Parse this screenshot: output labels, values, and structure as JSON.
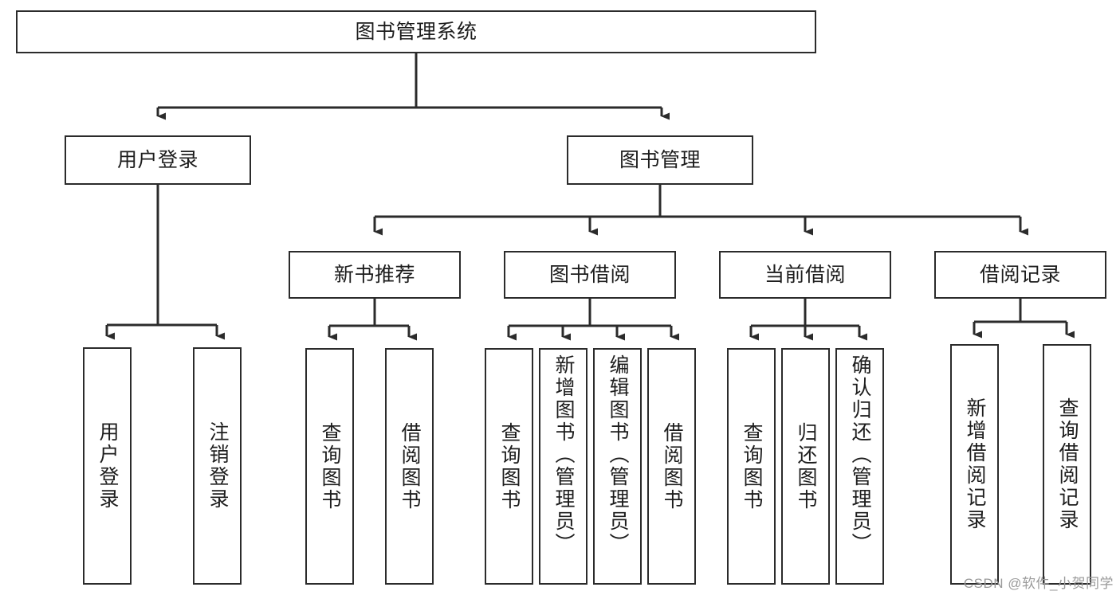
{
  "diagram": {
    "title": "图书管理系统",
    "type": "tree",
    "watermark": "CSDN @软件_小贺同学",
    "colors": {
      "border": "#2b2b2b",
      "text": "#1d1d1d",
      "background": "#ffffff",
      "edge": "#2b2b2b",
      "watermark": "#9a9a9a"
    },
    "levels": [
      {
        "level": 1,
        "nodes": [
          {
            "id": "root",
            "label": "图书管理系统"
          }
        ]
      },
      {
        "level": 2,
        "nodes": [
          {
            "id": "user-login",
            "label": "用户登录",
            "parent": "root"
          },
          {
            "id": "book-manage",
            "label": "图书管理",
            "parent": "root"
          }
        ]
      },
      {
        "level": 3,
        "nodes": [
          {
            "id": "new-book-rec",
            "label": "新书推荐",
            "parent": "book-manage"
          },
          {
            "id": "book-borrow",
            "label": "图书借阅",
            "parent": "book-manage"
          },
          {
            "id": "current-borrow",
            "label": "当前借阅",
            "parent": "book-manage"
          },
          {
            "id": "borrow-record",
            "label": "借阅记录",
            "parent": "book-manage"
          }
        ]
      },
      {
        "level": 4,
        "nodes": [
          {
            "id": "leaf-user-login",
            "label": "用户登录",
            "parent": "user-login"
          },
          {
            "id": "leaf-logout",
            "label": "注销登录",
            "parent": "user-login"
          },
          {
            "id": "leaf-query-book-1",
            "label": "查询图书",
            "parent": "new-book-rec"
          },
          {
            "id": "leaf-borrow-book-1",
            "label": "借阅图书",
            "parent": "new-book-rec"
          },
          {
            "id": "leaf-query-book-2",
            "label": "查询图书",
            "parent": "book-borrow"
          },
          {
            "id": "leaf-add-book",
            "label": "新增图书（管理员）",
            "parent": "book-borrow"
          },
          {
            "id": "leaf-edit-book",
            "label": "编辑图书（管理员）",
            "parent": "book-borrow"
          },
          {
            "id": "leaf-borrow-book-2",
            "label": "借阅图书",
            "parent": "book-borrow"
          },
          {
            "id": "leaf-query-book-3",
            "label": "查询图书",
            "parent": "current-borrow"
          },
          {
            "id": "leaf-return-book",
            "label": "归还图书",
            "parent": "current-borrow"
          },
          {
            "id": "leaf-confirm-return",
            "label": "确认归还（管理员）",
            "parent": "current-borrow"
          },
          {
            "id": "leaf-add-record",
            "label": "新增借阅记录",
            "parent": "borrow-record"
          },
          {
            "id": "leaf-query-record",
            "label": "查询借阅记录",
            "parent": "borrow-record"
          }
        ]
      }
    ]
  }
}
